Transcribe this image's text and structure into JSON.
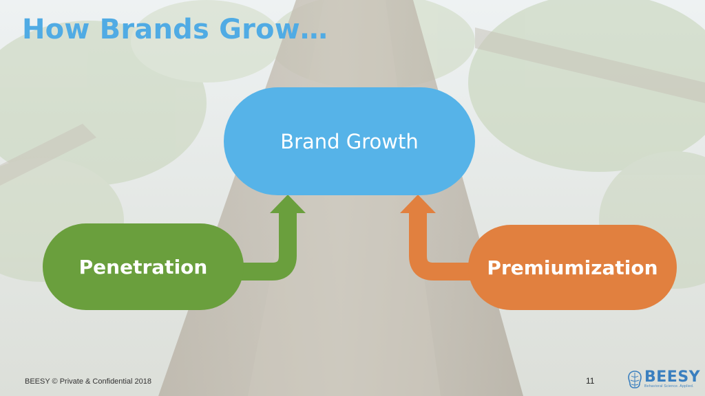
{
  "slide": {
    "title": "How Brands Grow…",
    "footer": "BEESY © Private & Confidential 2018",
    "page_number": "11"
  },
  "diagram": {
    "nodes": [
      {
        "id": "growth",
        "label": "Brand Growth",
        "color": "#56b3e8"
      },
      {
        "id": "penetration",
        "label": "Penetration",
        "color": "#6a9f3d"
      },
      {
        "id": "premium",
        "label": "Premiumization",
        "color": "#e1803f"
      }
    ],
    "edges": [
      {
        "from": "penetration",
        "to": "growth",
        "color": "#6a9f3d"
      },
      {
        "from": "premium",
        "to": "growth",
        "color": "#e1803f"
      }
    ]
  },
  "logo": {
    "word": "BEESY",
    "tagline": "Behavioral Science. Applied.",
    "color": "#3a7fbf"
  }
}
